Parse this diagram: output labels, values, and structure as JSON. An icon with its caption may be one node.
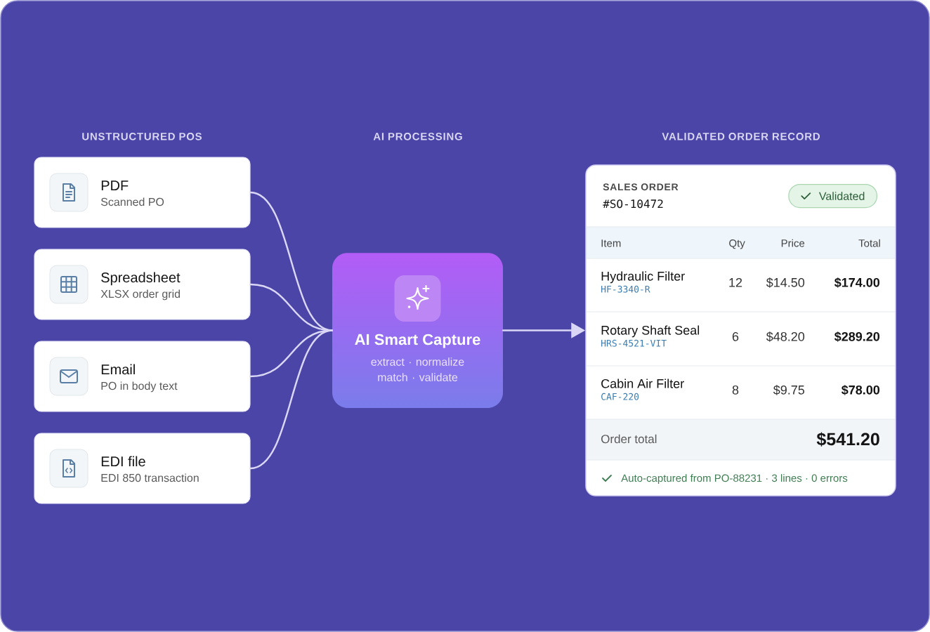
{
  "diagram": {
    "nodes": [
      {
        "text": [
          "PDF",
          "Scanned PO"
        ]
      },
      {
        "text": [
          "Spreadsheet",
          "XLSX order grid"
        ]
      },
      {
        "text": [
          "Email",
          "PO in body text"
        ]
      },
      {
        "text": [
          "EDI file",
          "EDI 850 transaction"
        ]
      },
      {
        "text": [
          "AI Smart Capture",
          "extract · normalize match · validate"
        ]
      },
      {
        "text": [
          "SALES ORDER",
          "#SO-10472"
        ]
      },
      {
        "text": [
          "Validated"
        ],
        "in": 5
      }
    ],
    "edges": [
      {
        "from": 0,
        "to": 4,
        "arrow": "none"
      },
      {
        "from": 1,
        "to": 4,
        "arrow": "none"
      },
      {
        "from": 2,
        "to": 4,
        "arrow": "none"
      },
      {
        "from": 3,
        "to": 4,
        "arrow": "none"
      },
      {
        "from": 4,
        "to": 5,
        "arrow": "to"
      }
    ],
    "labels": [
      "UNSTRUCTURED POS",
      "AI PROCESSING",
      "VALIDATED ORDER RECORD",
      "Item",
      "Qty",
      "Price",
      "Total",
      "Hydraulic Filter",
      "HF-3340-R",
      "12",
      "$14.50",
      "$174.00",
      "Rotary Shaft Seal",
      "HRS-4521-VIT",
      "6",
      "$48.20",
      "$289.20",
      "Cabin Air Filter",
      "CAF-220",
      "8",
      "$9.75",
      "$78.00",
      "Order total",
      "$541.20",
      "Auto-captured from PO-88231 · 3 lines · 0 errors"
    ]
  }
}
